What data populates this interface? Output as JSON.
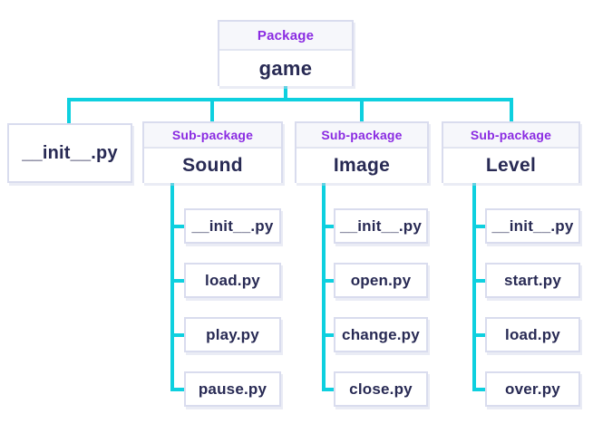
{
  "palette": {
    "connector_cyan": "#0ed0df",
    "badge_purple": "#8a2be2",
    "text_navy": "#282a54",
    "box_border": "#d9dcee",
    "badge_background": "#f6f7fb",
    "box_background": "#ffffff"
  },
  "diagram": {
    "root": {
      "badge": "Package",
      "title": "game"
    },
    "children": [
      {
        "type": "file",
        "title": "__init__.py"
      },
      {
        "type": "subpackage",
        "badge": "Sub-package",
        "title": "Sound",
        "files": [
          "__init__.py",
          "load.py",
          "play.py",
          "pause.py"
        ]
      },
      {
        "type": "subpackage",
        "badge": "Sub-package",
        "title": "Image",
        "files": [
          "__init__.py",
          "open.py",
          "change.py",
          "close.py"
        ]
      },
      {
        "type": "subpackage",
        "badge": "Sub-package",
        "title": "Level",
        "files": [
          "__init__.py",
          "start.py",
          "load.py",
          "over.py"
        ]
      }
    ]
  }
}
